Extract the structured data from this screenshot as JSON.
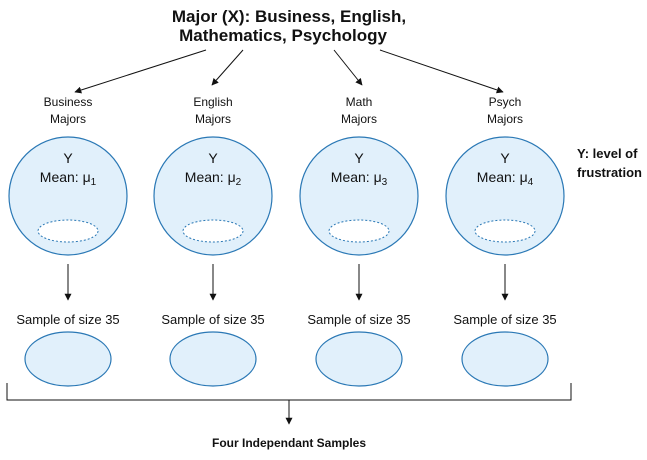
{
  "title": {
    "line1": "Major (X): Business, English,",
    "line2": "Mathematics, Psychology"
  },
  "groups": [
    {
      "label_line1": "Business",
      "label_line2": "Majors",
      "y": "Y",
      "mean_prefix": "Mean: μ",
      "mean_sub": "1",
      "sample": "Sample of size 35"
    },
    {
      "label_line1": "English",
      "label_line2": "Majors",
      "y": "Y",
      "mean_prefix": "Mean: μ",
      "mean_sub": "2",
      "sample": "Sample of size 35"
    },
    {
      "label_line1": "Math",
      "label_line2": "Majors",
      "y": "Y",
      "mean_prefix": "Mean: μ",
      "mean_sub": "3",
      "sample": "Sample of size 35"
    },
    {
      "label_line1": "Psych",
      "label_line2": "Majors",
      "y": "Y",
      "mean_prefix": "Mean: μ",
      "mean_sub": "4",
      "sample": "Sample of size 35"
    }
  ],
  "side_note": {
    "line1": "Y: level of",
    "line2": "frustration"
  },
  "footer": "Four Independant Samples",
  "colors": {
    "fill": "#e1f0fb",
    "stroke": "#2a78b5",
    "text": "#111111"
  }
}
